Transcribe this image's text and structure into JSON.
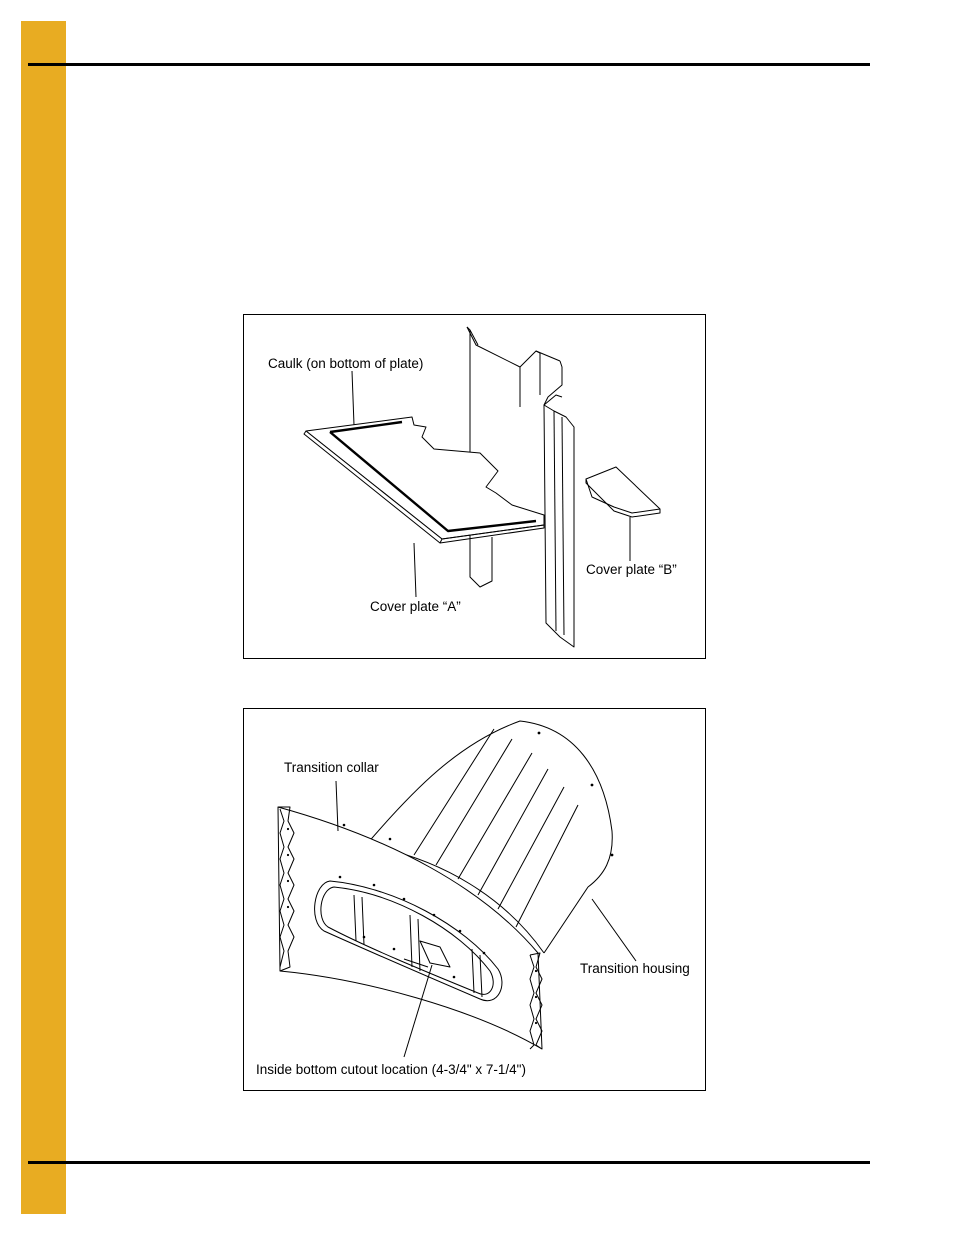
{
  "figure1": {
    "callouts": {
      "caulk": "Caulk (on bottom of plate)",
      "cover_a": "Cover plate “A”",
      "cover_b": "Cover plate “B”"
    }
  },
  "figure2": {
    "callouts": {
      "collar": "Transition collar",
      "housing": "Transition housing",
      "cutout": "Inside bottom cutout location (4-3/4\" x 7-1/4\")"
    }
  },
  "colors": {
    "side_tab": "#E8AC22",
    "rule": "#000000"
  }
}
